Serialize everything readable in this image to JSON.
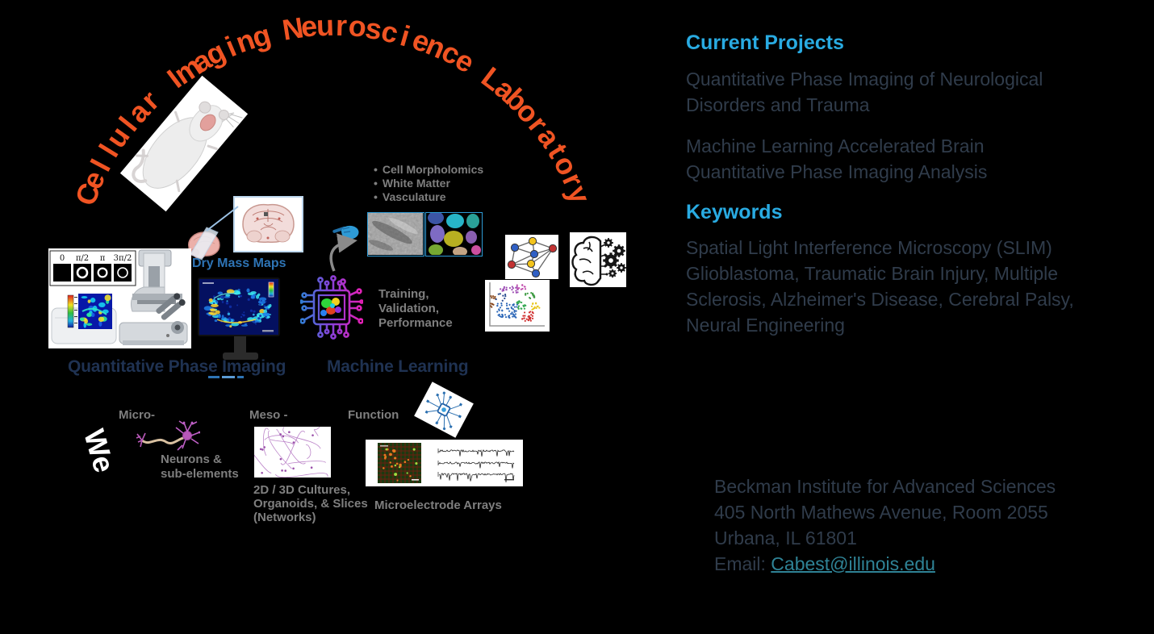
{
  "palette": {
    "arc_orange": "#F05423",
    "heading_blue": "#29ABE2",
    "body_dark": "#303C4B",
    "diagram_navy": "#1f3252",
    "label_gray": "#7f7f7f",
    "drymass_blue": "#2E74B5",
    "email_teal": "#2F8396",
    "we_white": "#ffffff"
  },
  "glyphs": {
    "bullet": "•"
  },
  "arc_title": "Cellular Imaging Neuroscience Laboratory",
  "pipeline": {
    "dry_mass_label": "Dry Mass Maps",
    "qpi_heading": "Quantitative Phase Imaging",
    "ml_heading": "Machine Learning",
    "phase_labels": [
      "0",
      "π/2",
      "π",
      "3π/2"
    ],
    "bullets": [
      "Cell Morpholomics",
      "White Matter",
      "Vasculature"
    ],
    "training_label": "Training,\nValidation,\nPerformance"
  },
  "scales": {
    "we_label": "We",
    "micro_label": "Micro-",
    "neurons_label": "Neurons &\nsub-elements",
    "meso_label": "Meso -",
    "cultures_label": "2D / 3D Cultures,\nOrganoids, & Slices\n(Networks)",
    "function_label": "Function",
    "mea_label": "Microelectrode Arrays"
  },
  "sidebar": {
    "projects_heading": "Current Projects",
    "projects": [
      {
        "text": "Quantitative Phase Imaging of Neurological\nDisorders and Trauma"
      },
      {
        "text": "Machine Learning Accelerated Brain\nQuantitative Phase Imaging Analysis"
      }
    ],
    "keywords_heading": "Keywords",
    "keywords_text": "Spatial Light Interference Microscopy (SLIM)\nGlioblastoma, Traumatic Brain Injury, Multiple\nSclerosis, Alzheimer's Disease, Cerebral Palsy,\nNeural Engineering"
  },
  "contact": {
    "line1": "Beckman Institute for Advanced Sciences",
    "line2": "405 North Mathews Avenue, Room 2055",
    "line3": "Urbana, IL 61801",
    "email_label": "Email:",
    "email": "Cabest@illinois.edu"
  }
}
